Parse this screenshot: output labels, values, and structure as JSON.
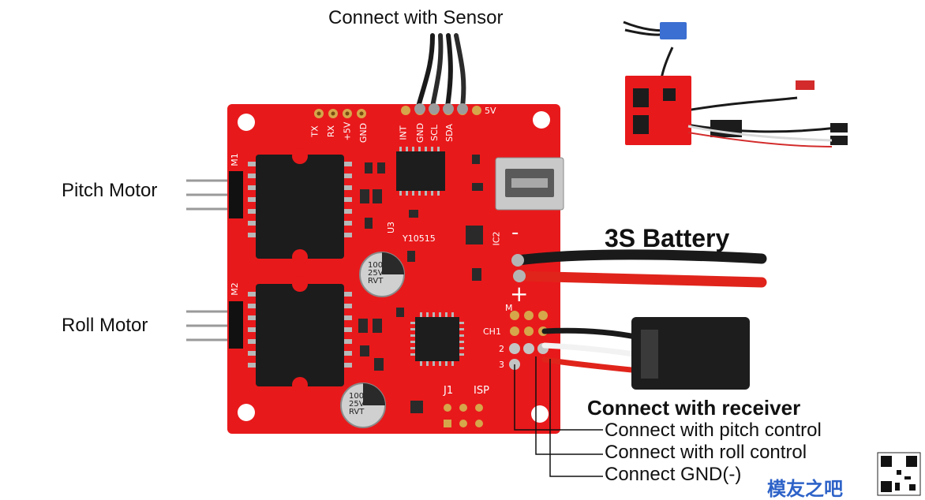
{
  "labels": {
    "sensor": "Connect with Sensor",
    "pitch_motor": "Pitch Motor",
    "roll_motor": "Roll Motor",
    "battery": "3S Battery",
    "receiver": "Connect with receiver",
    "pitch_control": "Connect with pitch control",
    "roll_control": "Connect with roll control",
    "gnd": "Connect GND(-)"
  },
  "silkscreen": {
    "tx": "TX",
    "rx": "RX",
    "plus5v": "+5V",
    "gnd": "GND",
    "int": "INT",
    "gnd2": "GND",
    "scl": "SCL",
    "sda": "SDA",
    "v5": "5V",
    "m1": "M1",
    "m2": "M2",
    "u3": "U3",
    "code": "Y10515",
    "ic2": "IC2",
    "ch1": "CH1",
    "n2": "2",
    "n3": "3",
    "minus": "-",
    "plus": "+",
    "j1": "J1",
    "isp": "ISP",
    "m": "M",
    "cap1": "100\n25V\nRVT",
    "cap2": "100\n25V\nRVT"
  },
  "watermark": {
    "text": "模友之吧"
  },
  "colors": {
    "pcb": "#e8191b",
    "wire_black": "#1a1a1a",
    "wire_red": "#e0241b",
    "text": "#111111"
  }
}
